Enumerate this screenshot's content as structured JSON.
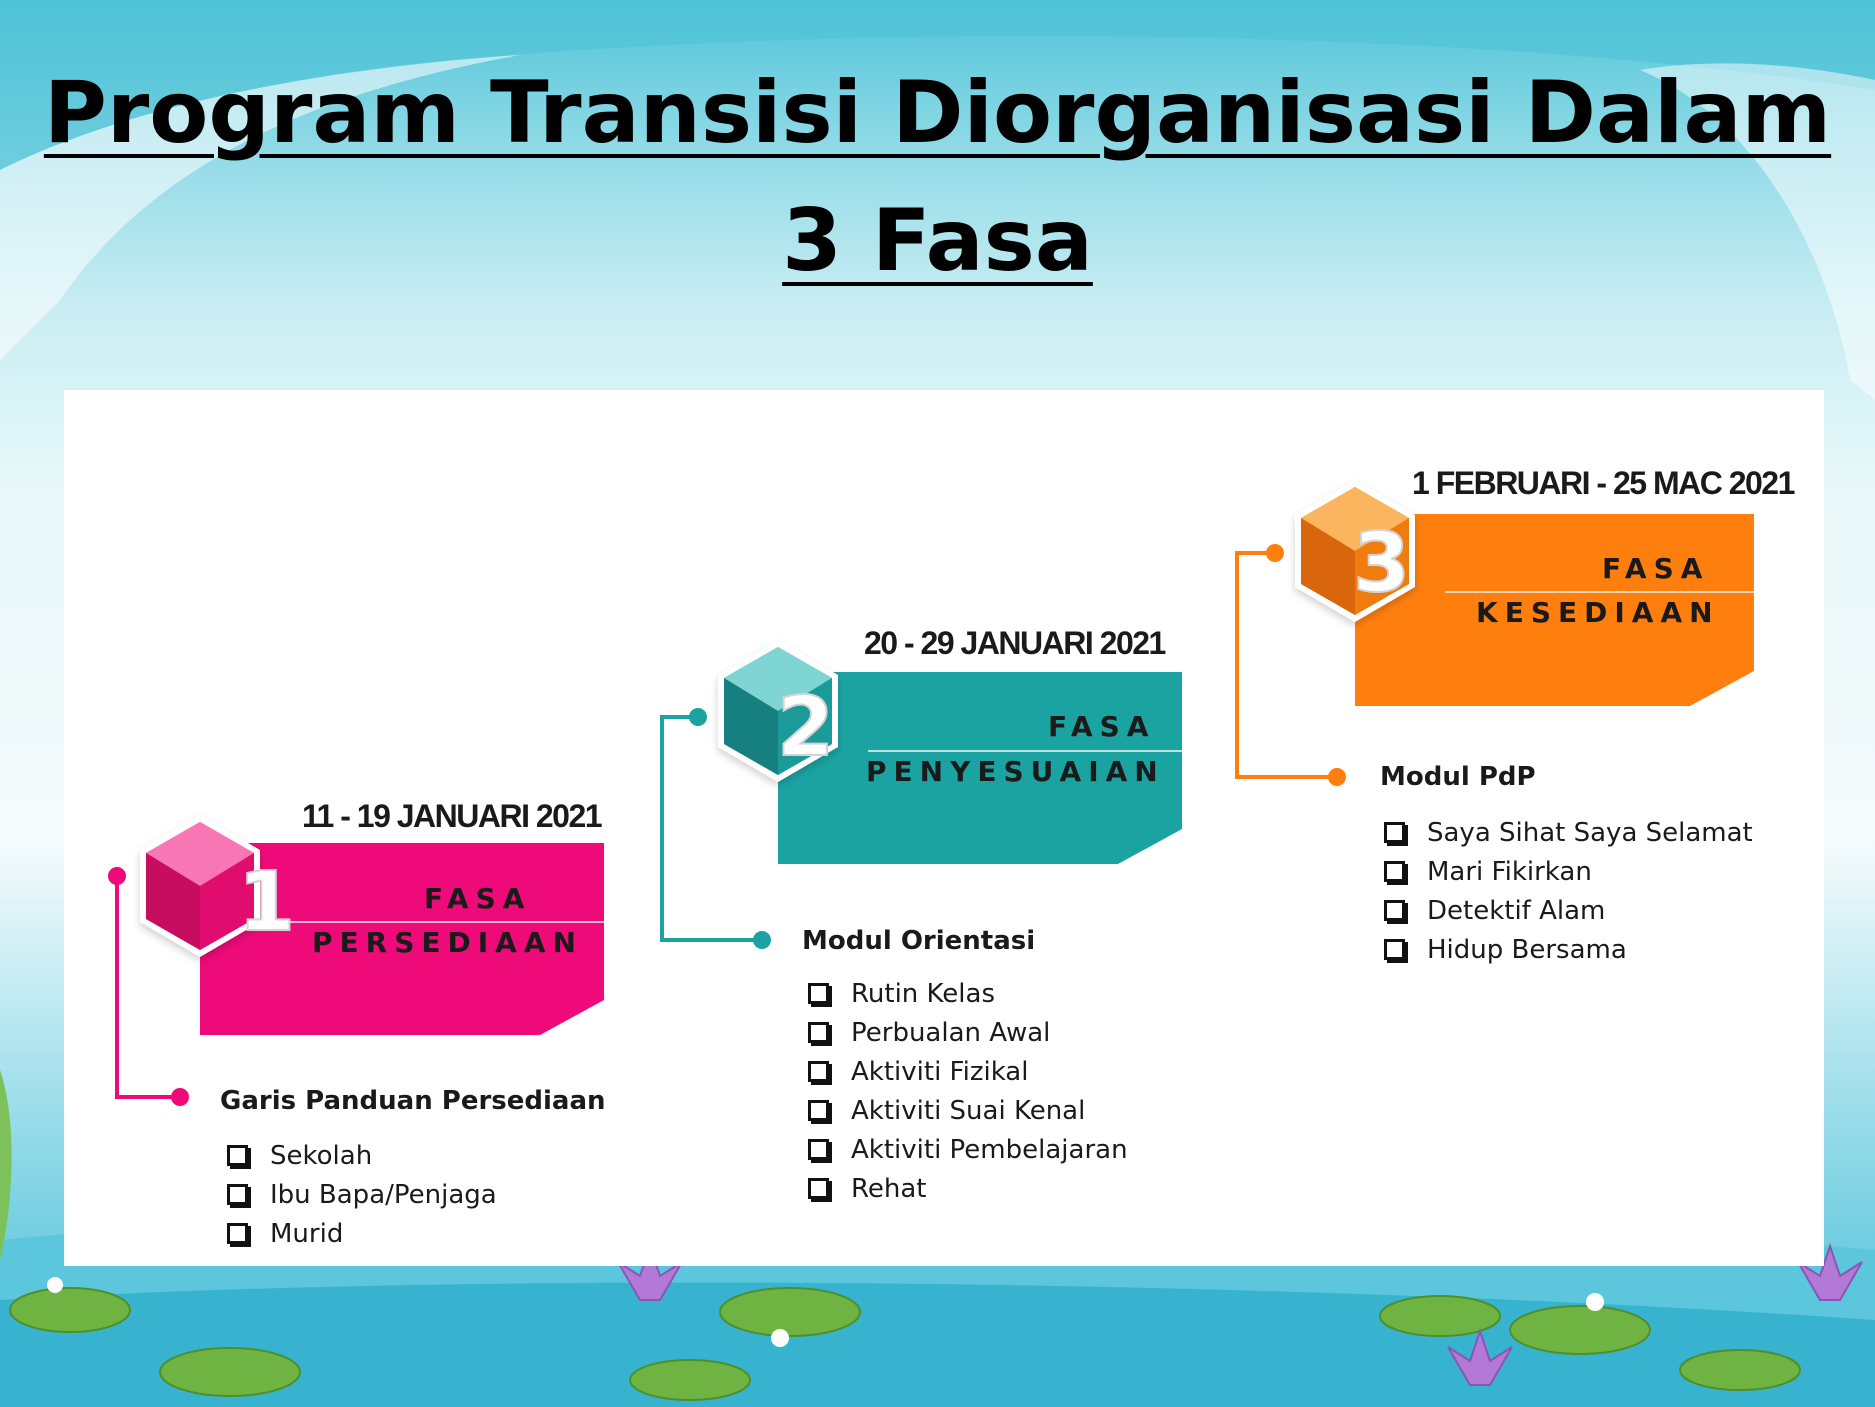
{
  "title": {
    "line1": "Program Transisi Diorganisasi Dalam",
    "line2": "3 Fasa"
  },
  "phases": [
    {
      "number": "1",
      "date": "11 - 19 JANUARI 2021",
      "fasa_label": "FASA",
      "name": "PERSEDIAAN",
      "color": "#ee0a78",
      "modul_title": "Garis Panduan Persediaan",
      "items": [
        "Sekolah",
        "Ibu Bapa/Penjaga",
        "Murid"
      ]
    },
    {
      "number": "2",
      "date": "20 - 29 JANUARI 2021",
      "fasa_label": "FASA",
      "name": "PENYESUAIAN",
      "color": "#1ba3a2",
      "modul_title": "Modul Orientasi",
      "items": [
        "Rutin Kelas",
        "Perbualan Awal",
        "Aktiviti Fizikal",
        "Aktiviti Suai Kenal",
        "Aktiviti Pembelajaran",
        "Rehat"
      ]
    },
    {
      "number": "3",
      "date": "1 FEBRUARI - 25 MAC 2021",
      "fasa_label": "FASA",
      "name": "KESEDIAAN",
      "color": "#ff7f0e",
      "modul_title": "Modul PdP",
      "items": [
        "Saya Sihat Saya Selamat",
        "Mari Fikirkan",
        "Detektif Alam",
        "Hidup Bersama"
      ]
    }
  ]
}
